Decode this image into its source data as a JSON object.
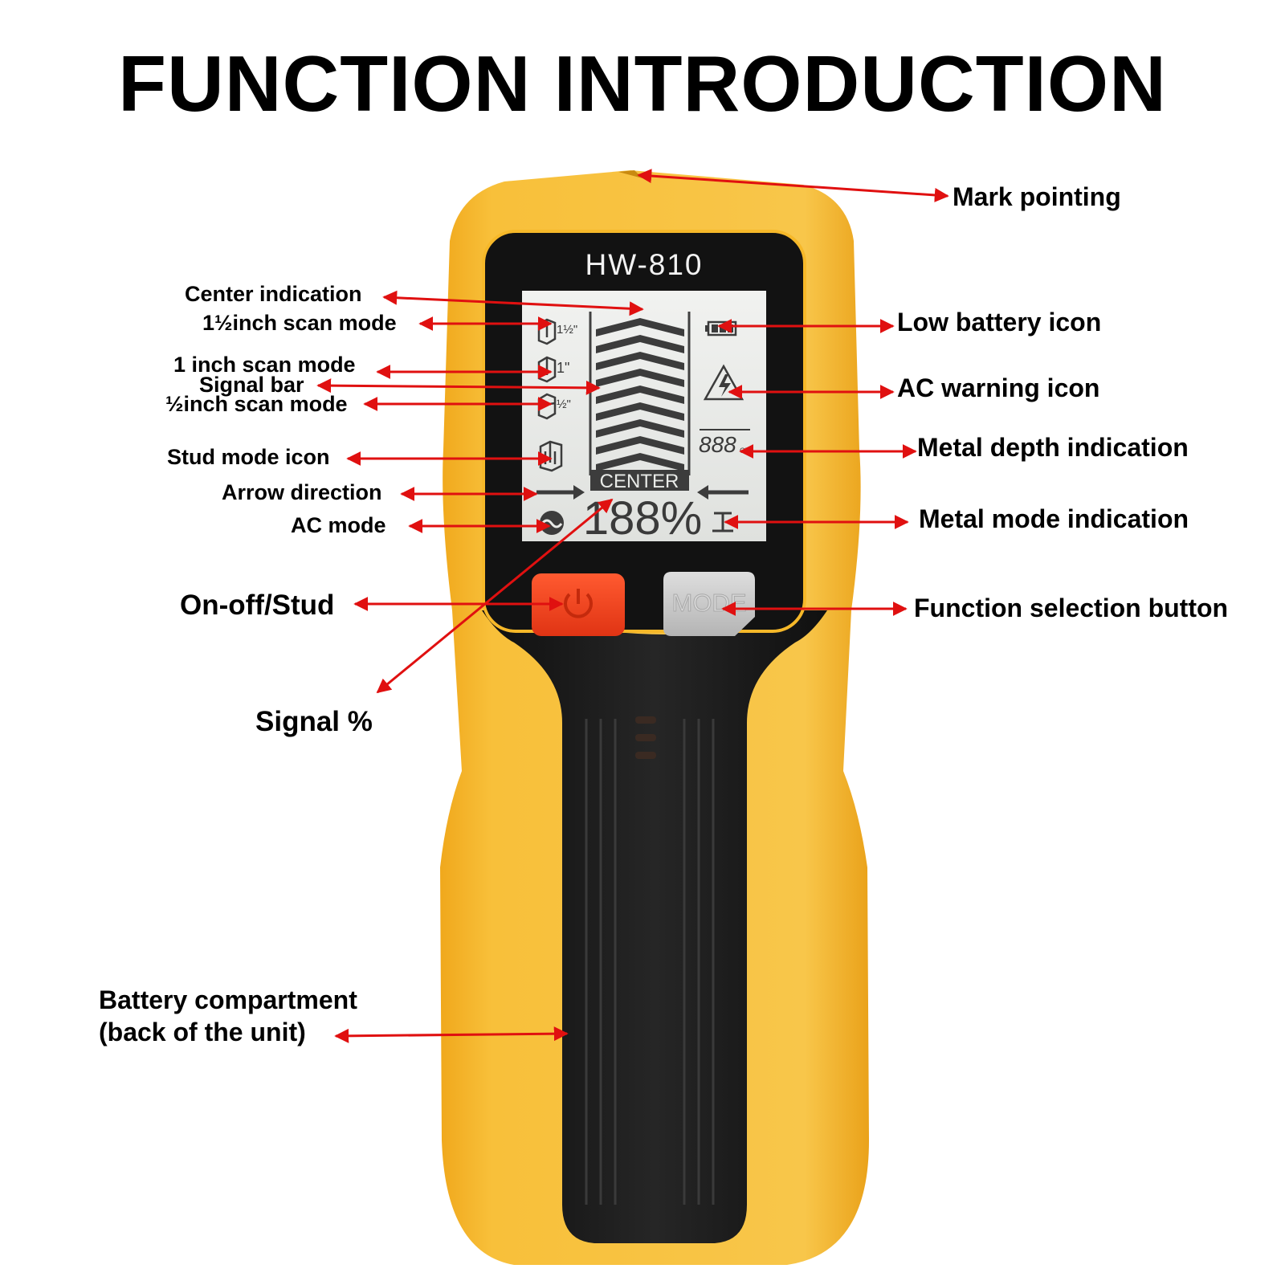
{
  "title": "FUNCTION INTRODUCTION",
  "device": {
    "model": "HW-810",
    "lcd": {
      "center_label": "CENTER",
      "signal_readout": "188%",
      "depth_readout": "888",
      "depth_unit": "CM",
      "scan_fractions": {
        "one_half": "1½\"",
        "one": "1\"",
        "half": "½\""
      }
    },
    "mode_button_label": "MODE",
    "colors": {
      "body": "#f6b829",
      "grip": "#1c1c1c",
      "power_button": "#f0401e",
      "mode_button": "#c8c8c8",
      "lcd": "#e9ebe8",
      "arrow": "#e01010"
    }
  },
  "callouts": {
    "mark_pointing": "Mark pointing",
    "center_indication": "Center indication",
    "scan_1_5": "1½inch scan mode",
    "scan_1": "1 inch scan mode",
    "signal_bar": "Signal bar",
    "scan_0_5": "½inch scan mode",
    "stud_mode": "Stud mode icon",
    "arrow_direction": "Arrow direction",
    "ac_mode": "AC mode",
    "on_off": "On-off/Stud",
    "signal_percent": "Signal %",
    "battery_line1": "Battery compartment",
    "battery_line2": "(back of the unit)",
    "low_battery": "Low battery icon",
    "ac_warning": "AC warning icon",
    "metal_depth": "Metal depth indication",
    "metal_mode": "Metal mode indication",
    "function_button": "Function selection button"
  }
}
